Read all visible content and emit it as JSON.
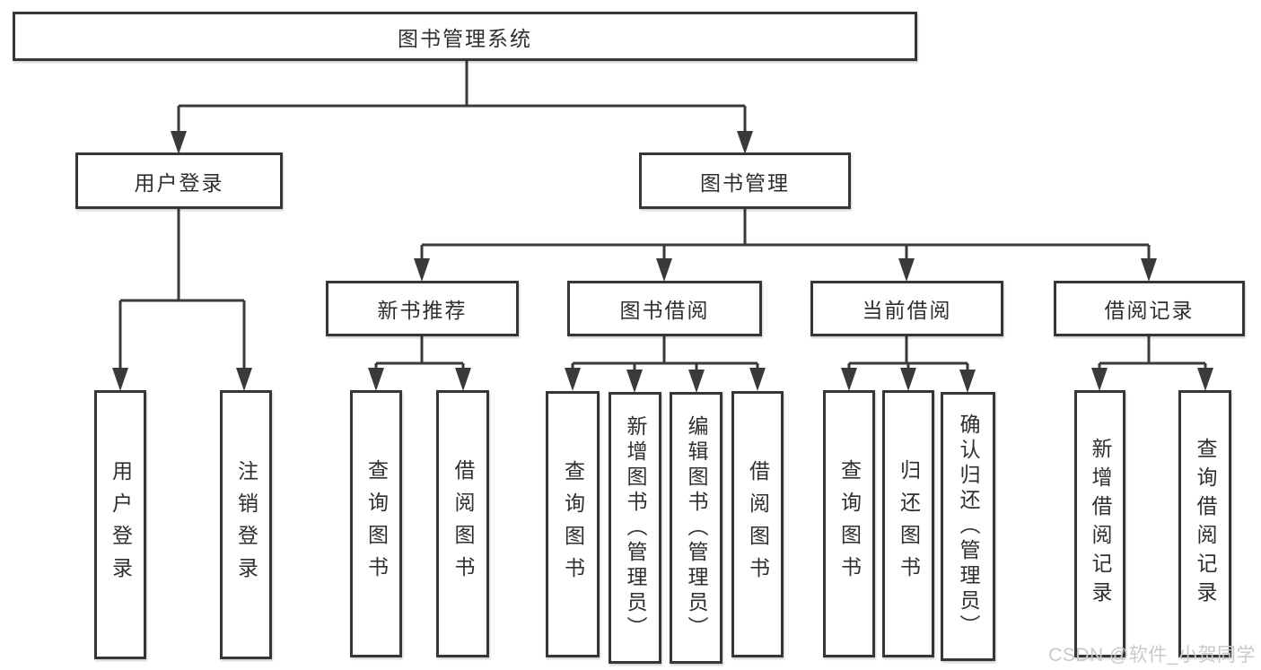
{
  "colors": {
    "background": "#ffffff",
    "line": "#3a3a3a",
    "box_border": "#363636",
    "box_fill": "#ffffff",
    "text": "#2f2f2f",
    "watermark_text": "#c9c9c9"
  },
  "watermark": "CSDN @软件_小贺同学",
  "tree": {
    "root": {
      "label": "图书管理系统"
    },
    "branches": [
      {
        "label": "用户登录",
        "children": [
          {
            "label": "用户登录"
          },
          {
            "label": "注销登录"
          }
        ]
      },
      {
        "label": "图书管理",
        "children": [
          {
            "label": "新书推荐",
            "children": [
              {
                "label": "查询图书"
              },
              {
                "label": "借阅图书"
              }
            ]
          },
          {
            "label": "图书借阅",
            "children": [
              {
                "label": "查询图书"
              },
              {
                "label": "新增图书（管理员）"
              },
              {
                "label": "编辑图书（管理员）"
              },
              {
                "label": "借阅图书"
              }
            ]
          },
          {
            "label": "当前借阅",
            "children": [
              {
                "label": "查询图书"
              },
              {
                "label": "归还图书"
              },
              {
                "label": "确认归还（管理员）"
              }
            ]
          },
          {
            "label": "借阅记录",
            "children": [
              {
                "label": "新增借阅记录"
              },
              {
                "label": "查询借阅记录"
              }
            ]
          }
        ]
      }
    ]
  }
}
